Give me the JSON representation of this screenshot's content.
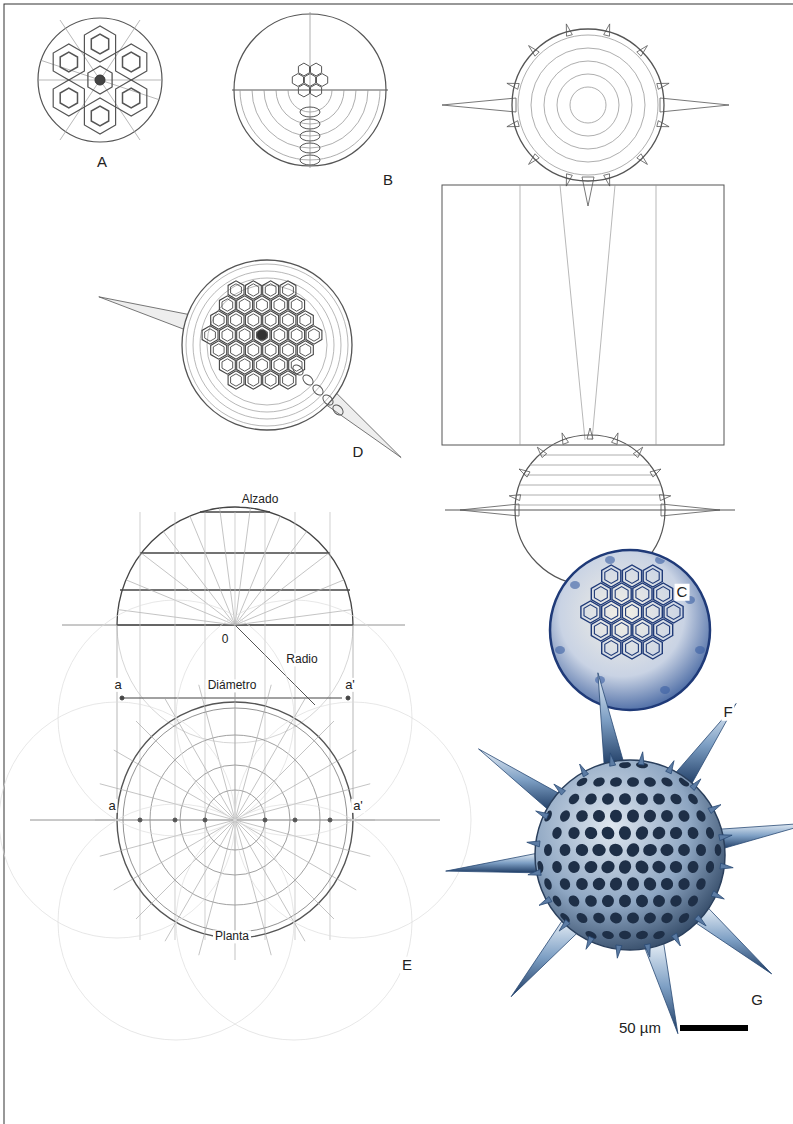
{
  "diagram": {
    "labels": [
      "A",
      "B",
      "D",
      "C",
      "Alzado",
      "0",
      "Radio",
      "a",
      "Diámetro",
      "a'",
      "a",
      "a'",
      "Planta",
      "F",
      "E",
      "G",
      "50 µm"
    ]
  }
}
